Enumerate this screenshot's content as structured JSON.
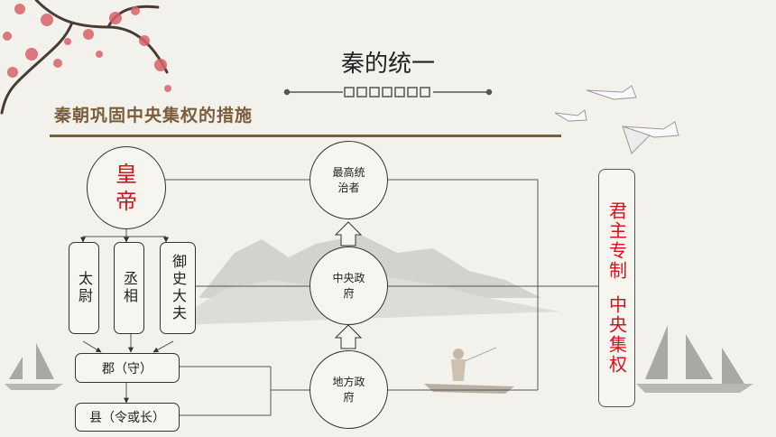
{
  "title": "秦的统一",
  "subtitle": "秦朝巩固中央集权的措施",
  "emperor": {
    "line1": "皇",
    "line2": "帝"
  },
  "officials": [
    {
      "label": "太尉"
    },
    {
      "label": "丞相"
    },
    {
      "label": "御史大夫"
    }
  ],
  "commandery": "郡（守）",
  "county": "县（令或长）",
  "hierarchy": [
    {
      "line1": "最高统",
      "line2": "治者"
    },
    {
      "line1": "中央政",
      "line2": "府"
    },
    {
      "line1": "地方政",
      "line2": "府"
    }
  ],
  "summary": {
    "part1": "君主专制",
    "part2": "中央集权"
  },
  "colors": {
    "accent_red": "#d0161b",
    "heading_brown": "#7a5e3c",
    "background": "#f3f1ec"
  }
}
